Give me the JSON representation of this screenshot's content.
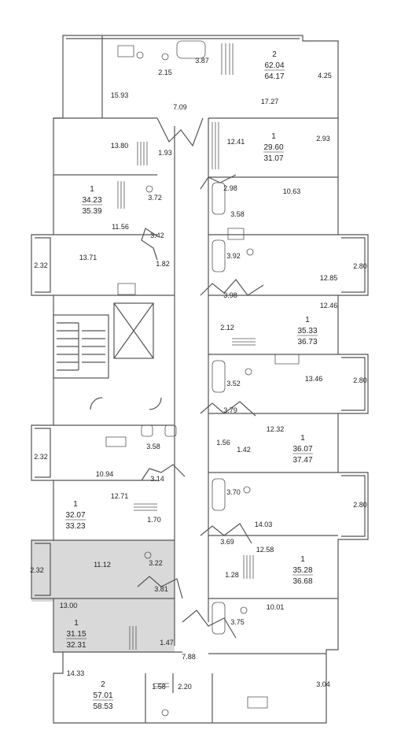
{
  "plan": {
    "apartments": [
      {
        "id": "a1",
        "rooms": "2",
        "living": "62.04",
        "total": "64.17"
      },
      {
        "id": "a2",
        "rooms": "1",
        "living": "29.60",
        "total": "31.07"
      },
      {
        "id": "a3",
        "rooms": "1",
        "living": "34.23",
        "total": "35.39"
      },
      {
        "id": "a4",
        "rooms": "1",
        "living": "35.33",
        "total": "36.73"
      },
      {
        "id": "a5",
        "rooms": "1",
        "living": "36.07",
        "total": "37.47"
      },
      {
        "id": "a6",
        "rooms": "1",
        "living": "32.07",
        "total": "33.23"
      },
      {
        "id": "a7",
        "rooms": "1",
        "living": "35.28",
        "total": "36.68"
      },
      {
        "id": "a8",
        "rooms": "1",
        "living": "31.15",
        "total": "32.31"
      },
      {
        "id": "a9",
        "rooms": "2",
        "living": "57.01",
        "total": "58.53"
      }
    ],
    "room_areas": [
      {
        "id": "r1",
        "value": "3.87"
      },
      {
        "id": "r2",
        "value": "2.15"
      },
      {
        "id": "r3",
        "value": "4.25"
      },
      {
        "id": "r4",
        "value": "15.93"
      },
      {
        "id": "r5",
        "value": "7.09"
      },
      {
        "id": "r6",
        "value": "17.27"
      },
      {
        "id": "r7",
        "value": "13.80"
      },
      {
        "id": "r8",
        "value": "1.93"
      },
      {
        "id": "r9",
        "value": "12.41"
      },
      {
        "id": "r10",
        "value": "2.93"
      },
      {
        "id": "r11",
        "value": "2.98"
      },
      {
        "id": "r12",
        "value": "10.63"
      },
      {
        "id": "r13",
        "value": "3.72"
      },
      {
        "id": "r14",
        "value": "3.58"
      },
      {
        "id": "r15",
        "value": "11.56"
      },
      {
        "id": "r16",
        "value": "3.42"
      },
      {
        "id": "r17",
        "value": "2.32"
      },
      {
        "id": "r18",
        "value": "13.71"
      },
      {
        "id": "r19",
        "value": "1.82"
      },
      {
        "id": "r20",
        "value": "3.92"
      },
      {
        "id": "r21",
        "value": "2.80"
      },
      {
        "id": "r22",
        "value": "12.85"
      },
      {
        "id": "r23",
        "value": "3.98"
      },
      {
        "id": "r24",
        "value": "12.46"
      },
      {
        "id": "r25",
        "value": "2.12"
      },
      {
        "id": "r26",
        "value": "3.52"
      },
      {
        "id": "r27",
        "value": "13.46"
      },
      {
        "id": "r28",
        "value": "2.80"
      },
      {
        "id": "r29",
        "value": "3.79"
      },
      {
        "id": "r30",
        "value": "12.32"
      },
      {
        "id": "r31",
        "value": "3.58"
      },
      {
        "id": "r32",
        "value": "2.32"
      },
      {
        "id": "r33",
        "value": "1.56"
      },
      {
        "id": "r34",
        "value": "1.42"
      },
      {
        "id": "r35",
        "value": "10.94"
      },
      {
        "id": "r36",
        "value": "3.14"
      },
      {
        "id": "r37",
        "value": "12.71"
      },
      {
        "id": "r38",
        "value": "3.70"
      },
      {
        "id": "r39",
        "value": "2.80"
      },
      {
        "id": "r40",
        "value": "1.70"
      },
      {
        "id": "r41",
        "value": "14.03"
      },
      {
        "id": "r42",
        "value": "3.69"
      },
      {
        "id": "r43",
        "value": "12.58"
      },
      {
        "id": "r44",
        "value": "11.12"
      },
      {
        "id": "r45",
        "value": "3.22"
      },
      {
        "id": "r46",
        "value": "2.32"
      },
      {
        "id": "r47",
        "value": "1.28"
      },
      {
        "id": "r48",
        "value": "3.81"
      },
      {
        "id": "r49",
        "value": "13.00"
      },
      {
        "id": "r50",
        "value": "10.01"
      },
      {
        "id": "r51",
        "value": "3.75"
      },
      {
        "id": "r52",
        "value": "1.47"
      },
      {
        "id": "r53",
        "value": "7.88"
      },
      {
        "id": "r54",
        "value": "14.33"
      },
      {
        "id": "r55",
        "value": "1.58"
      },
      {
        "id": "r56",
        "value": "2.20"
      },
      {
        "id": "r57",
        "value": "3.04"
      }
    ],
    "highlight_color": "#d9d9d9",
    "wall_color": "#555555"
  }
}
